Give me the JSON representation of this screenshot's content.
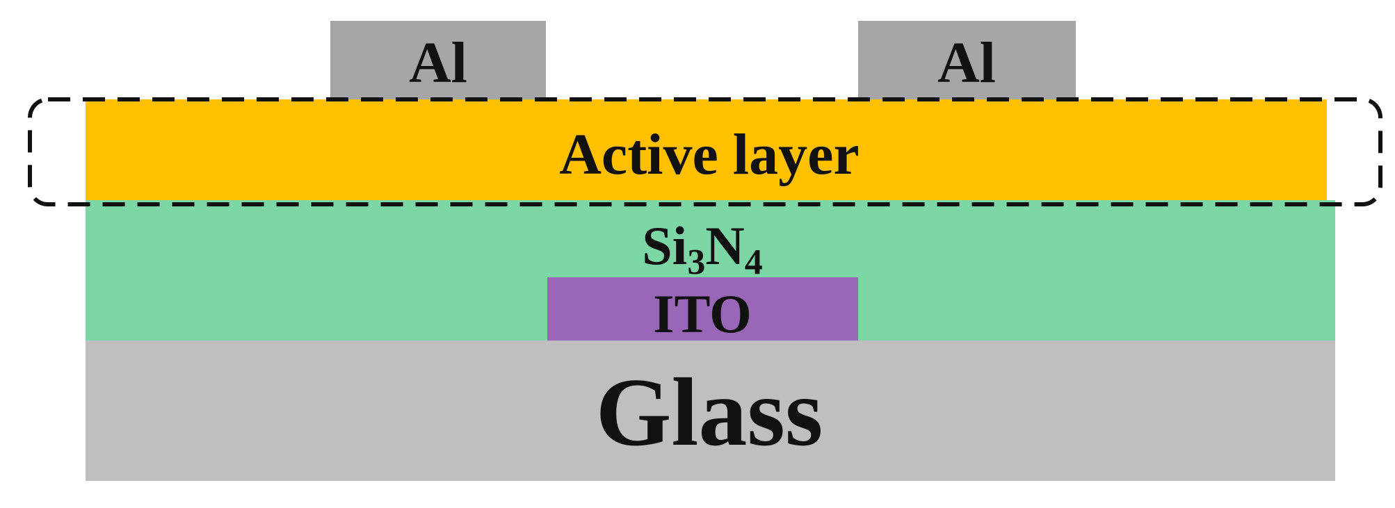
{
  "diagram": {
    "layers": {
      "glass": {
        "label": "Glass",
        "color": "#bfbfbf"
      },
      "ito": {
        "label": "ITO",
        "color": "#9966b8"
      },
      "insulator": {
        "label_main": "Si",
        "sub1": "3",
        "label_mid": "N",
        "sub2": "4",
        "color": "#7dd6a6"
      },
      "active": {
        "label": "Active layer",
        "color": "#ffc000"
      },
      "electrode_left": {
        "label": "Al",
        "color": "#a6a6a6"
      },
      "electrode_right": {
        "label": "Al",
        "color": "#a6a6a6"
      }
    },
    "highlight": {
      "style": "dashed",
      "color": "#111111"
    }
  }
}
